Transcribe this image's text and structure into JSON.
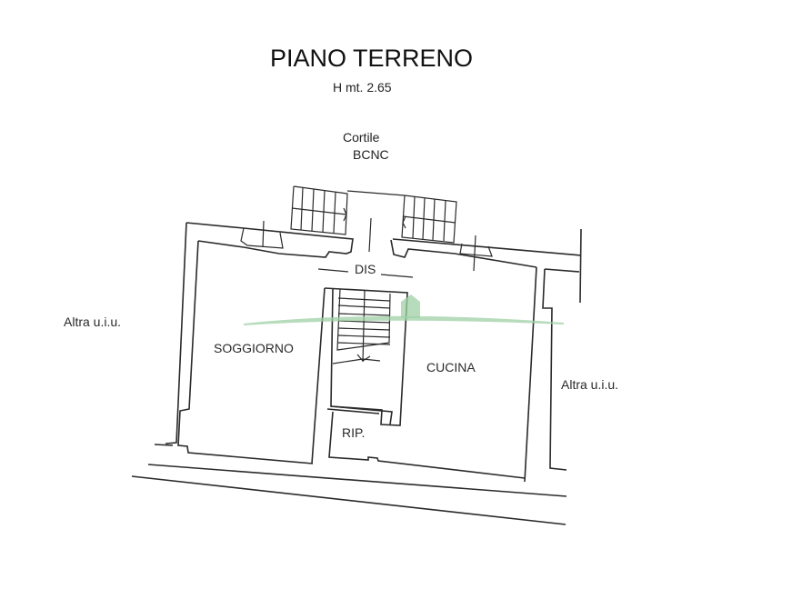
{
  "header": {
    "title": "PIANO TERRENO",
    "height_note": "H mt. 2.65"
  },
  "labels": {
    "courtyard_line1": "Cortile",
    "courtyard_line2": "BCNC",
    "corridor": "DIS",
    "living_room": "SOGGIORNO",
    "kitchen": "CUCINA",
    "storage": "RIP.",
    "other_unit_left": "Altra u.i.u.",
    "other_unit_right": "Altra u.i.u."
  },
  "colors": {
    "line": "#2a2a2a",
    "text": "#222222",
    "watermark": "#9fd0a6",
    "background": "#ffffff"
  }
}
